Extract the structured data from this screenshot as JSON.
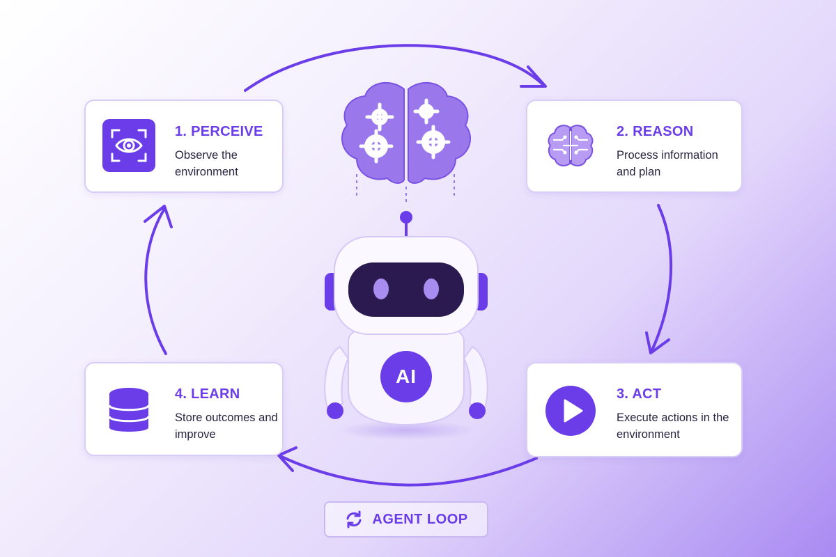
{
  "diagram": {
    "badge": {
      "label": "AGENT LOOP",
      "icon": "refresh-icon"
    },
    "center": {
      "robot_chest_label": "AI",
      "brain_icon": "brain-gears-icon"
    },
    "steps": [
      {
        "id": "perceive",
        "title": "1. PERCEIVE",
        "description": "Observe the environment",
        "icon": "eye-scan-icon"
      },
      {
        "id": "reason",
        "title": "2. REASON",
        "description": "Process information and plan",
        "icon": "brain-circuit-icon"
      },
      {
        "id": "act",
        "title": "3. ACT",
        "description": "Execute actions in the environment",
        "icon": "play-icon"
      },
      {
        "id": "learn",
        "title": "4. LEARN",
        "description": "Store outcomes and improve",
        "icon": "database-icon"
      }
    ],
    "colors": {
      "accent": "#6a3de8",
      "accent_light": "#a88cf0",
      "text_dark": "#2a2340",
      "card_border": "#d8cdf7"
    }
  }
}
